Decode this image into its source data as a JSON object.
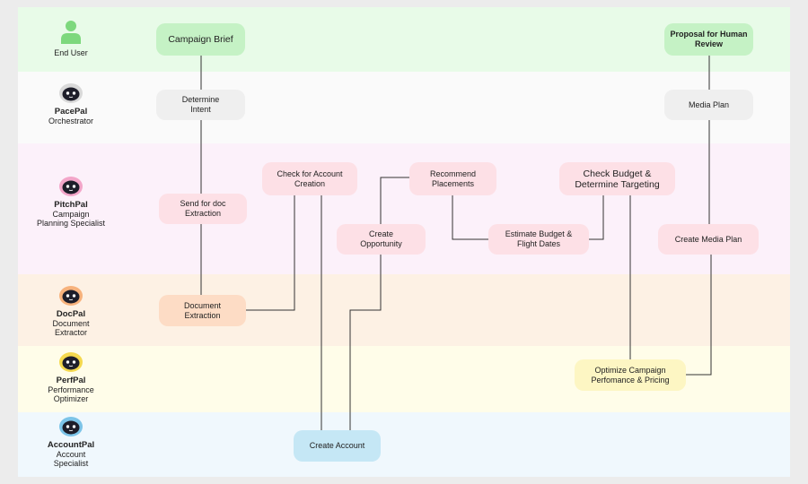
{
  "colors": {
    "lane_end_user": "#e8fbe8",
    "lane_pacepal": "#fafafa",
    "lane_pitchpal": "#fcf1fa",
    "lane_docpal": "#fdf1e4",
    "lane_perfpal": "#fffde9",
    "lane_accountpal": "#f0f8fd",
    "node_green": "#c5f2c5",
    "node_grey": "#efefef",
    "node_pink": "#fde0e6",
    "node_orange": "#fddcc5",
    "node_yellow": "#fdf6c3",
    "node_blue": "#c5e7f5",
    "connector": "#333333"
  },
  "lanes": [
    {
      "id": "end-user",
      "name": "",
      "role": "End User",
      "icon": "user-icon",
      "avatar_color": "#7dd87d"
    },
    {
      "id": "pacepal",
      "name": "PacePal",
      "role": "Orchestrator",
      "icon": "robot-avatar-icon",
      "avatar_color": "#d9d9d9"
    },
    {
      "id": "pitchpal",
      "name": "PitchPal",
      "role": "Campaign Planning Specialist",
      "icon": "robot-avatar-icon",
      "avatar_color": "#f3a6c9"
    },
    {
      "id": "docpal",
      "name": "DocPal",
      "role": "Document Extractor",
      "icon": "robot-avatar-icon",
      "avatar_color": "#f7b27c"
    },
    {
      "id": "perfpal",
      "name": "PerfPal",
      "role": "Performance Optimizer",
      "icon": "robot-avatar-icon",
      "avatar_color": "#f5d94e"
    },
    {
      "id": "accountpal",
      "name": "AccountPal",
      "role": "Account Specialist",
      "icon": "robot-avatar-icon",
      "avatar_color": "#7cc4e8"
    }
  ],
  "nodes": {
    "campaign_brief": "Campaign Brief",
    "proposal": "Proposal for Human Review",
    "determine_intent": "Determine Intent",
    "media_plan": "Media Plan",
    "check_account": "Check for Account Creation",
    "recommend_placements": "Recommend Placements",
    "check_budget": "Check Budget & Determine Targeting",
    "send_doc": "Send for doc Extraction",
    "create_opportunity": "Create Opportunity",
    "estimate_budget": "Estimate Budget & Flight Dates",
    "create_media_plan": "Create Media Plan",
    "document_extraction": "Document Extraction",
    "optimize_campaign": "Optimize Campaign Perfomance & Pricing",
    "create_account": "Create Account"
  }
}
